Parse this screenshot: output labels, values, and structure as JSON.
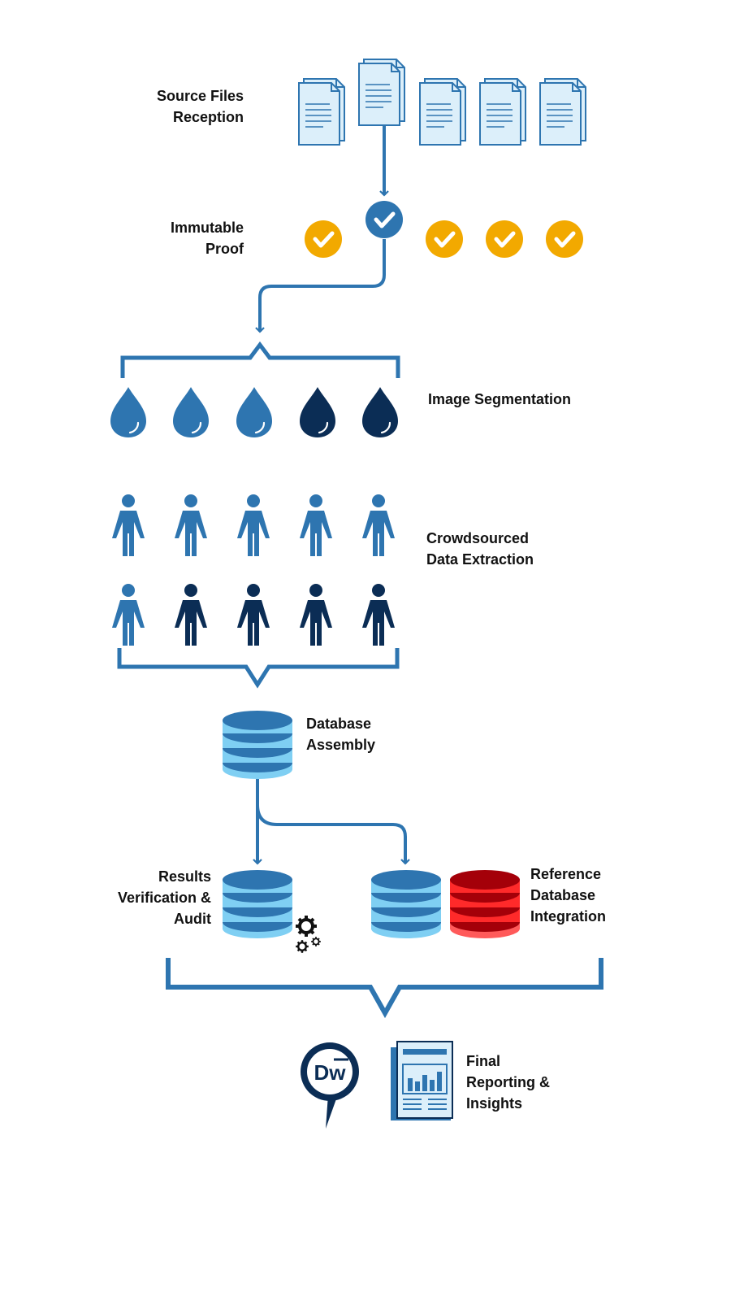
{
  "colors": {
    "primary_blue": "#2E75B0",
    "dark_navy": "#0B2D55",
    "light_blue": "#7FCFF3",
    "gold": "#F2A900",
    "red": "#FF2A2A",
    "dark_red": "#A40009",
    "doc_fill": "#DCEFFA"
  },
  "stages": {
    "source_files": {
      "line1": "Source Files",
      "line2": "Reception",
      "doc_count": 5
    },
    "immutable_proof": {
      "line1": "Immutable",
      "line2": "Proof",
      "check_count": 5
    },
    "image_segmentation": {
      "line1": "Image Segmentation",
      "drop_count": 5,
      "dark_drop_count": 2
    },
    "crowdsourced": {
      "line1": "Crowdsourced",
      "line2": "Data Extraction",
      "people_per_row": 5,
      "rows": 2,
      "dark_people_count": 4
    },
    "database_assembly": {
      "line1": "Database",
      "line2": "Assembly"
    },
    "results_verification": {
      "line1": "Results",
      "line2": "Verification &",
      "line3": "Audit"
    },
    "reference_database": {
      "line1": "Reference",
      "line2": "Database",
      "line3": "Integration"
    },
    "final_reporting": {
      "line1": "Final",
      "line2": "Reporting &",
      "line3": "Insights"
    }
  },
  "logo": {
    "text": "Dw",
    "icon": "dw-logo-icon"
  },
  "icons": {
    "document": "document-icon",
    "check": "check-badge-icon",
    "drop": "drop-icon",
    "person": "person-icon",
    "database": "database-icon",
    "gears": "gears-icon",
    "report": "report-icon"
  }
}
